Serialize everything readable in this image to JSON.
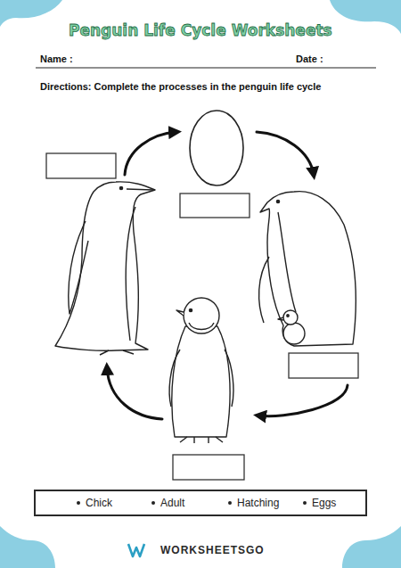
{
  "diagram": {
    "title": "Penguin Life Cycle Worksheets",
    "nodes": [
      {
        "text": [
          "Chick",
          "Adult",
          "Hatching",
          "Eggs"
        ]
      }
    ],
    "labels": [
      "Name :",
      "Date :",
      "Directions: Complete the processes in the penguin life cycle",
      "WORKSHEETSGO"
    ]
  }
}
